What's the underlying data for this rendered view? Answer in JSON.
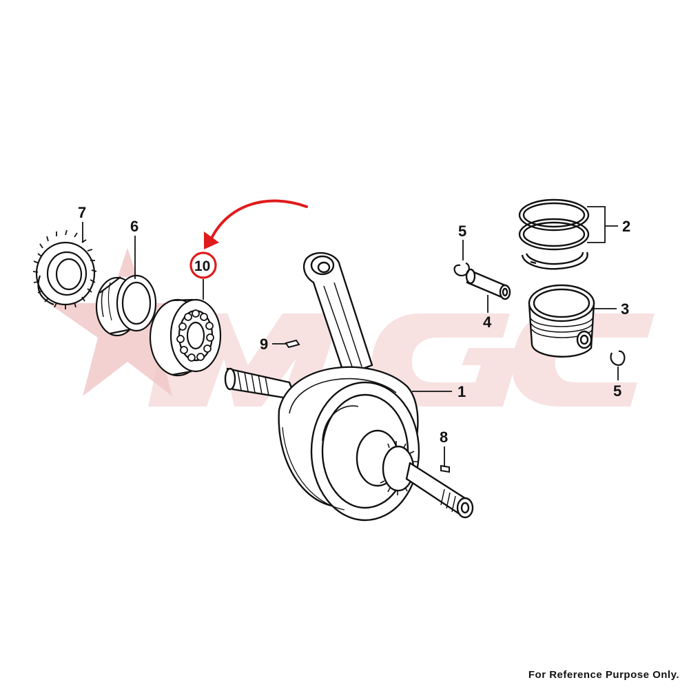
{
  "colors": {
    "line": "#111111",
    "highlight": "#e01b1b",
    "watermark": "#f1c9c9"
  },
  "watermark": {
    "text": "MGC"
  },
  "callouts": {
    "crankshaft": "1",
    "piston_rings": "2",
    "piston": "3",
    "piston_pin": "4",
    "clip_top": "5",
    "clip_bottom": "5",
    "primary_gear": "6",
    "timing_gear": "7",
    "woodruff_key_right": "8",
    "woodruff_key_left": "9",
    "bearing_highlighted": "10"
  },
  "highlighted_part": "10",
  "footer": {
    "note": "For Reference Purpose Only."
  }
}
